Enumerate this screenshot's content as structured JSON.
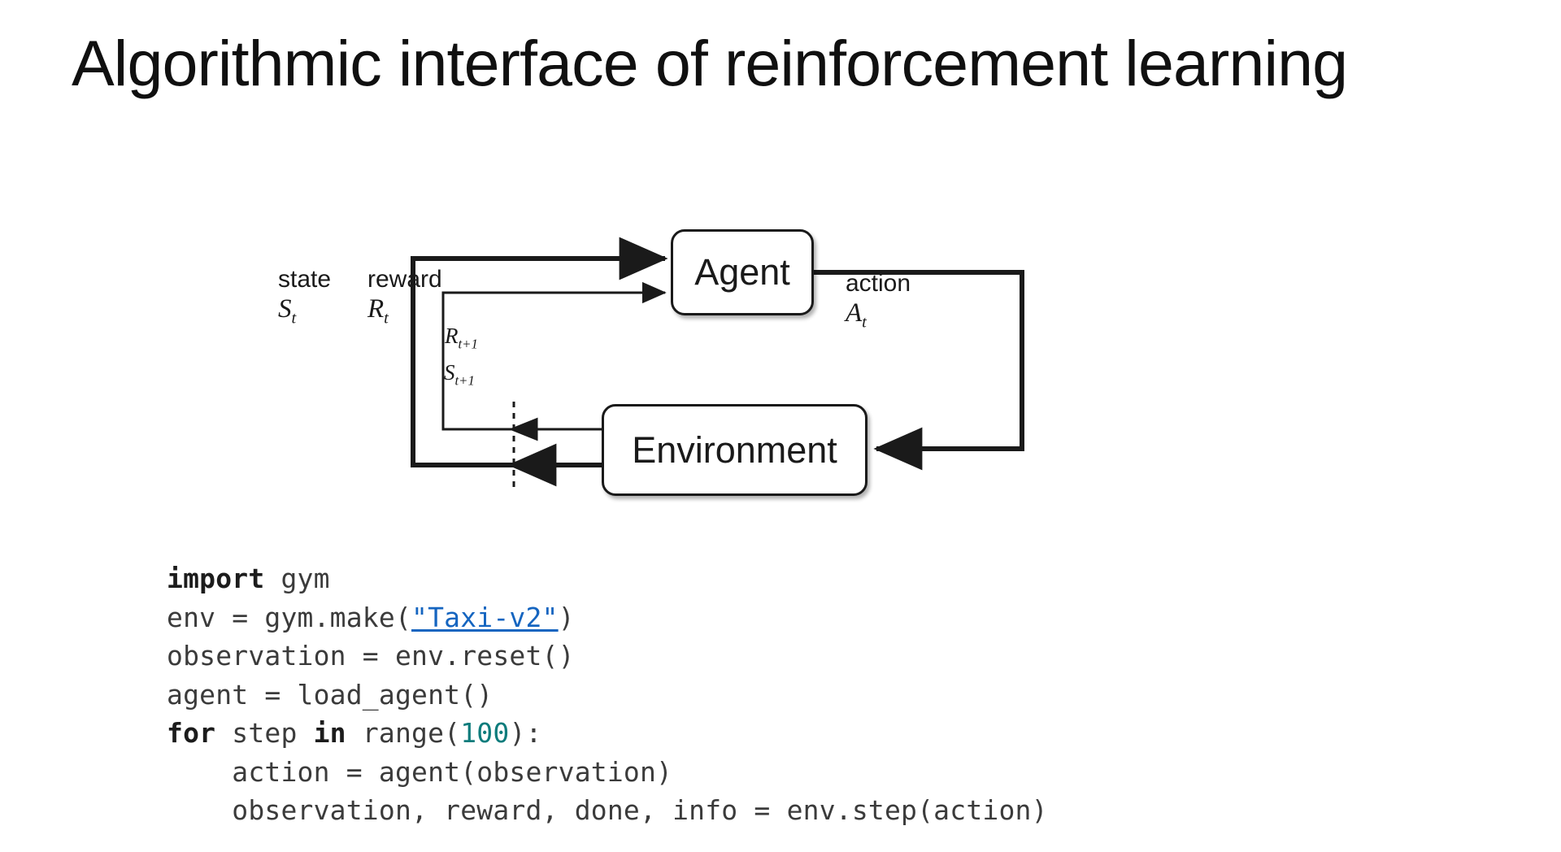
{
  "slide": {
    "title": "Algorithmic interface of reinforcement learning",
    "background_color": "#ffffff"
  },
  "diagram": {
    "type": "agent-environment-loop",
    "nodes": [
      {
        "id": "agent",
        "label": "Agent"
      },
      {
        "id": "environment",
        "label": "Environment"
      }
    ],
    "labels": {
      "state_word": "state",
      "state_symbol": "S",
      "state_subscript": "t",
      "reward_word": "reward",
      "reward_symbol": "R",
      "reward_subscript": "t",
      "action_word": "action",
      "action_symbol": "A",
      "action_subscript": "t",
      "reward_next_symbol": "R",
      "reward_next_subscript": "t+1",
      "state_next_symbol": "S",
      "state_next_subscript": "t+1"
    },
    "stroke_color": "#1a1a1a"
  },
  "code": {
    "language": "python",
    "link_text": "\"Taxi-v2\"",
    "link_color": "#1565c0",
    "number_color": "#0d7c7c",
    "lines": [
      {
        "id": "line-1",
        "segments": [
          {
            "text": "import",
            "style": "kw"
          },
          {
            "text": " gym",
            "style": "plain"
          }
        ]
      },
      {
        "id": "line-2",
        "segments": [
          {
            "text": "env = gym.make(",
            "style": "plain"
          },
          {
            "text": "\"Taxi-v2\"",
            "style": "lnk"
          },
          {
            "text": ")",
            "style": "plain"
          }
        ]
      },
      {
        "id": "line-3",
        "segments": [
          {
            "text": "observation = env.reset()",
            "style": "plain"
          }
        ]
      },
      {
        "id": "line-4",
        "segments": [
          {
            "text": "agent = load_agent()",
            "style": "plain"
          }
        ]
      },
      {
        "id": "line-5",
        "segments": [
          {
            "text": "for",
            "style": "kw"
          },
          {
            "text": " step ",
            "style": "plain"
          },
          {
            "text": "in",
            "style": "kw"
          },
          {
            "text": " range(",
            "style": "plain"
          },
          {
            "text": "100",
            "style": "num"
          },
          {
            "text": "):",
            "style": "plain"
          }
        ]
      },
      {
        "id": "line-6",
        "segments": [
          {
            "text": "    action = agent(observation)",
            "style": "plain"
          }
        ]
      },
      {
        "id": "line-7",
        "segments": [
          {
            "text": "    observation, reward, done, info = env.step(action)",
            "style": "plain"
          }
        ]
      }
    ]
  }
}
